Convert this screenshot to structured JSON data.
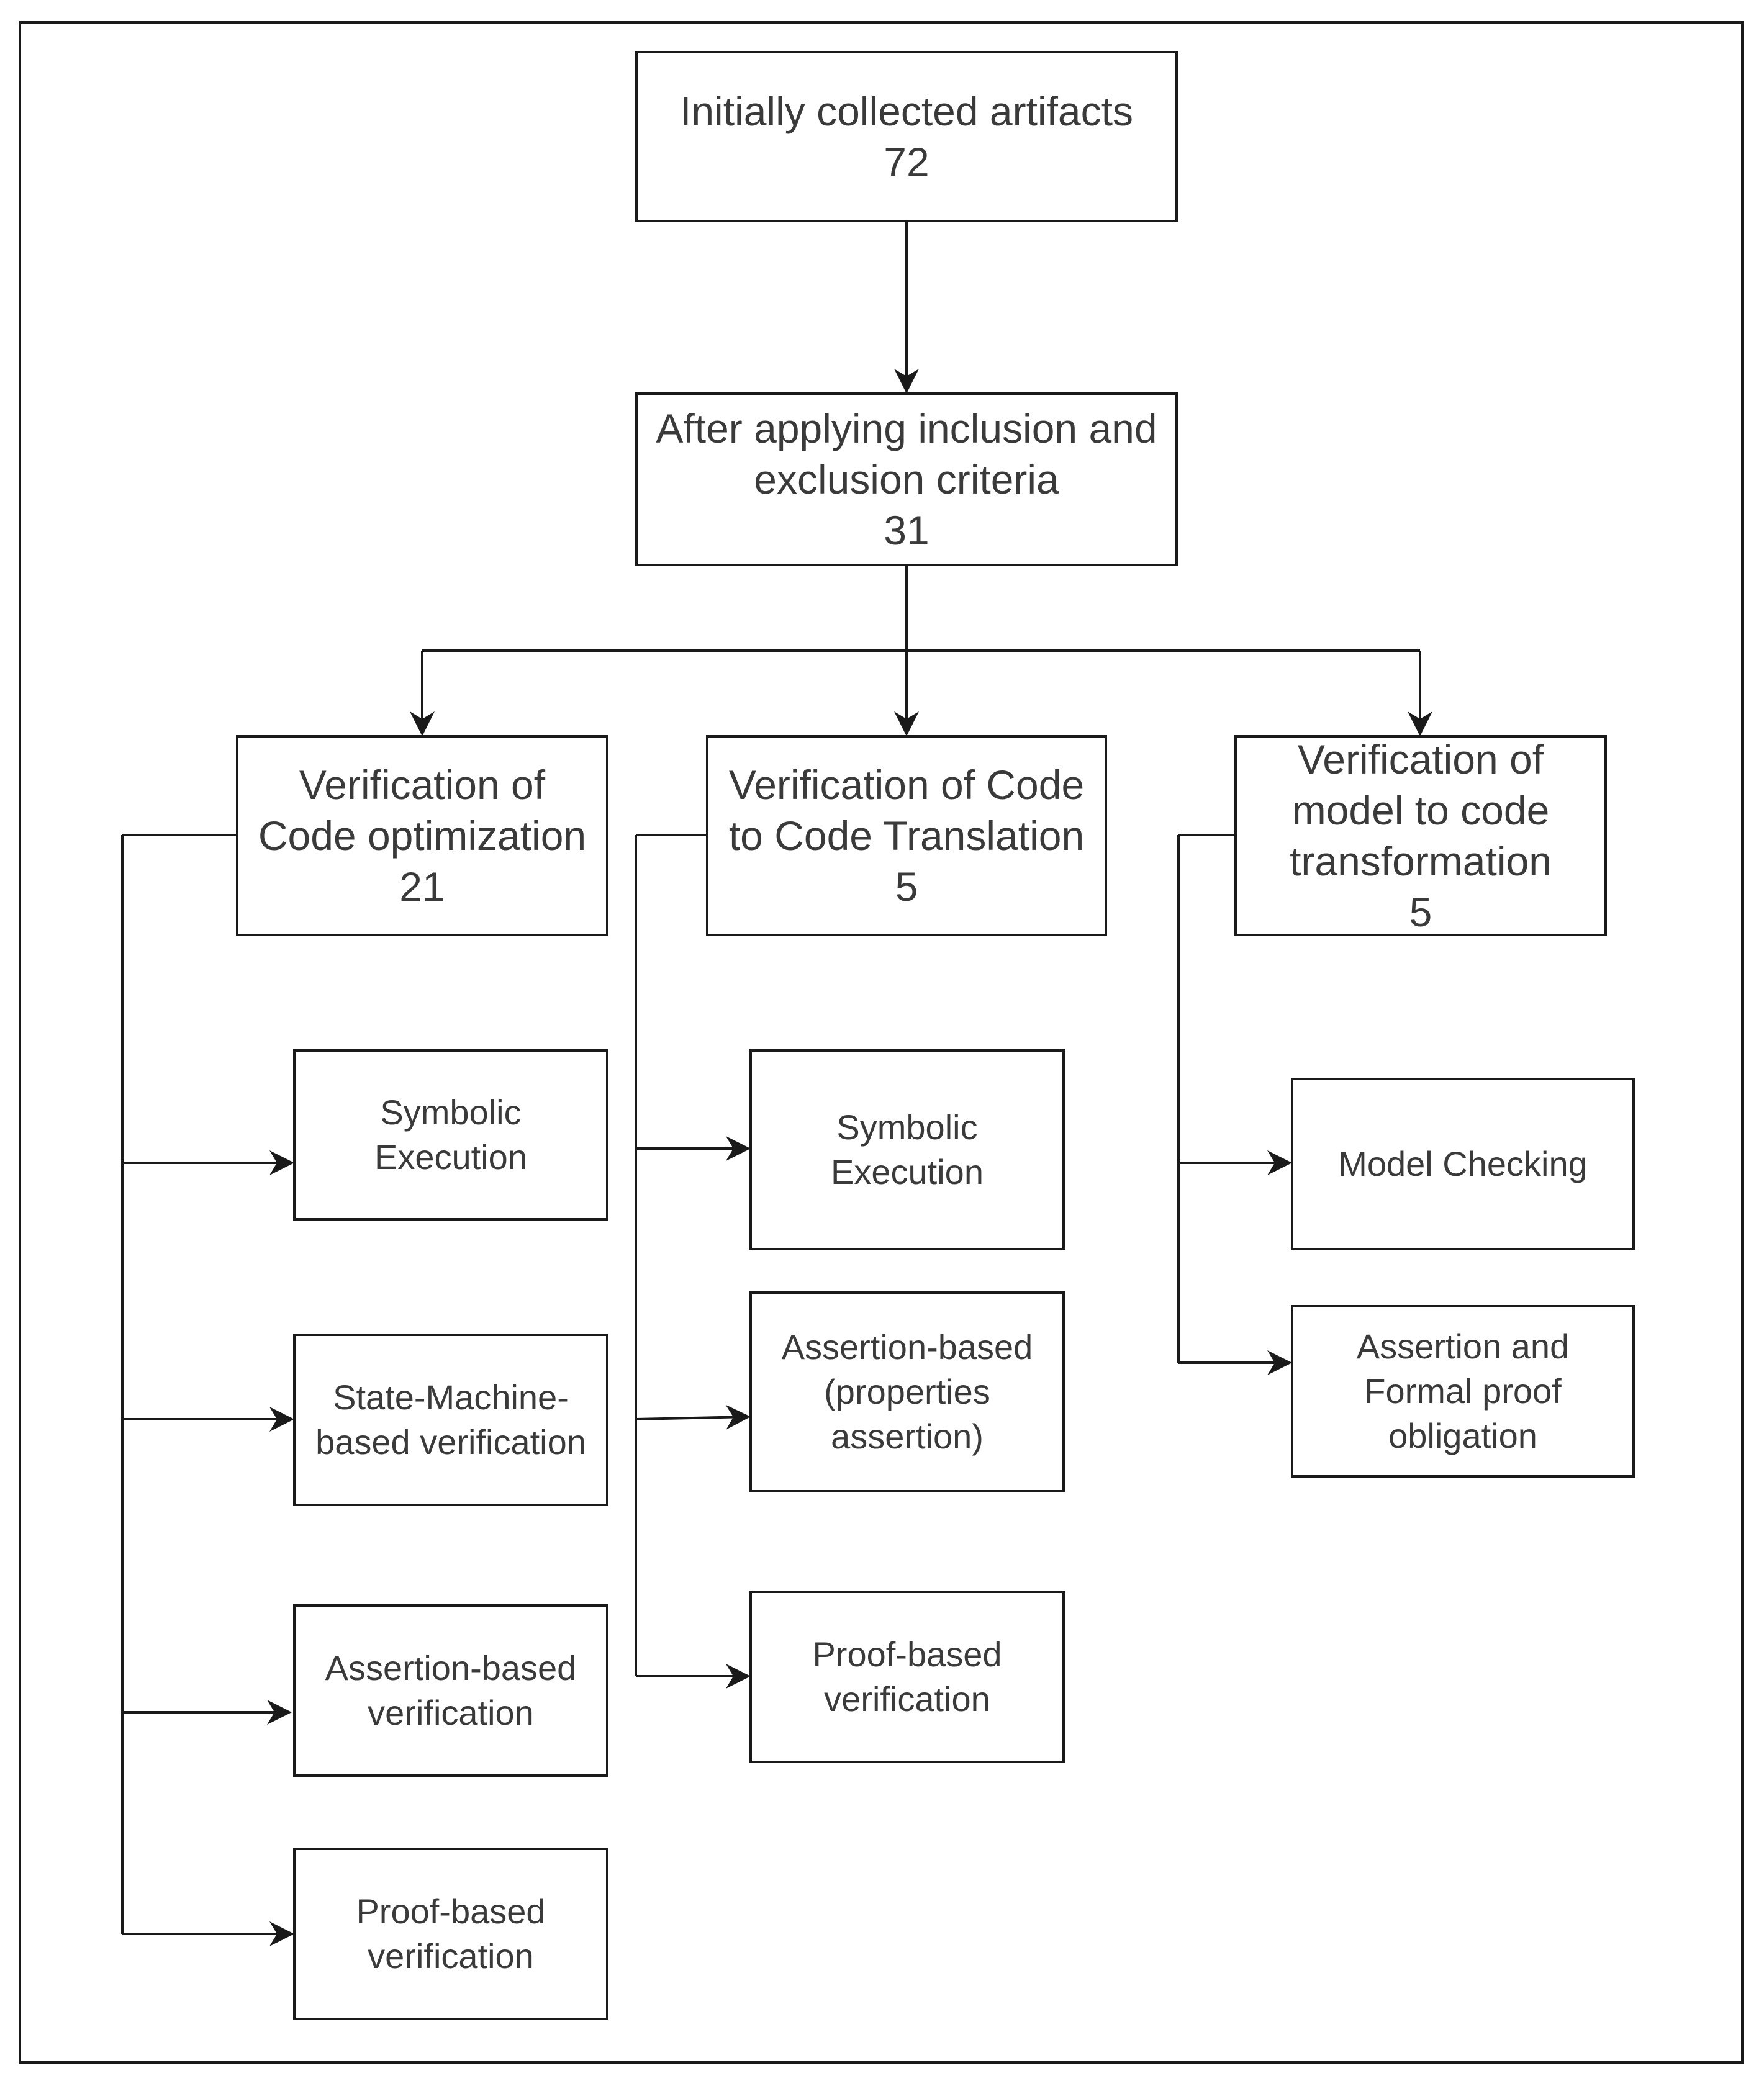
{
  "root": {
    "lines": [
      "Initially collected artifacts",
      "72"
    ]
  },
  "filtered": {
    "lines": [
      "After applying inclusion and",
      "exclusion criteria",
      "31"
    ]
  },
  "categories": [
    {
      "lines": [
        "Verification of",
        "Code optimization",
        "21"
      ],
      "methods": [
        [
          "Symbolic",
          "Execution"
        ],
        [
          "State-Machine-",
          "based verification"
        ],
        [
          "Assertion-based",
          "verification"
        ],
        [
          "Proof-based",
          "verification"
        ]
      ]
    },
    {
      "lines": [
        "Verification of Code",
        "to Code Translation",
        "5"
      ],
      "methods": [
        [
          "Symbolic",
          "Execution"
        ],
        [
          "Assertion-based",
          "(properties",
          "assertion)"
        ],
        [
          "Proof-based",
          "verification"
        ]
      ]
    },
    {
      "lines": [
        "Verification of",
        "model to code",
        "transformation",
        "5"
      ],
      "methods": [
        [
          "Model Checking"
        ],
        [
          "Assertion and",
          "Formal proof",
          "obligation"
        ]
      ]
    }
  ]
}
